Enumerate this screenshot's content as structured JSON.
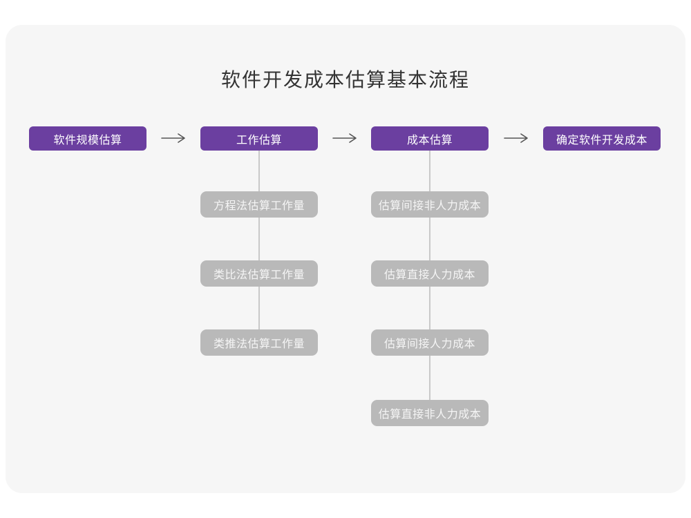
{
  "title": "软件开发成本估算基本流程",
  "colors": {
    "page_background": "#ffffff",
    "canvas_background": "#f6f6f6",
    "stage_box": "#6b3fa0",
    "stage_text": "#ffffff",
    "sub_box": "#b9b9b9",
    "sub_box_text": "#f5f5f5",
    "connector_line": "#c9c9c9",
    "arrow": "#555555",
    "title_text": "#333333"
  },
  "flow": {
    "stages": [
      {
        "label": "软件规模估算"
      },
      {
        "label": "工作估算",
        "children": [
          "方程法估算工作量",
          "类比法估算工作量",
          "类推法估算工作量"
        ]
      },
      {
        "label": "成本估算",
        "children": [
          "估算间接非人力成本",
          "估算直接人力成本",
          "估算间接人力成本",
          "估算直接非人力成本"
        ]
      },
      {
        "label": "确定软件开发成本"
      }
    ]
  }
}
